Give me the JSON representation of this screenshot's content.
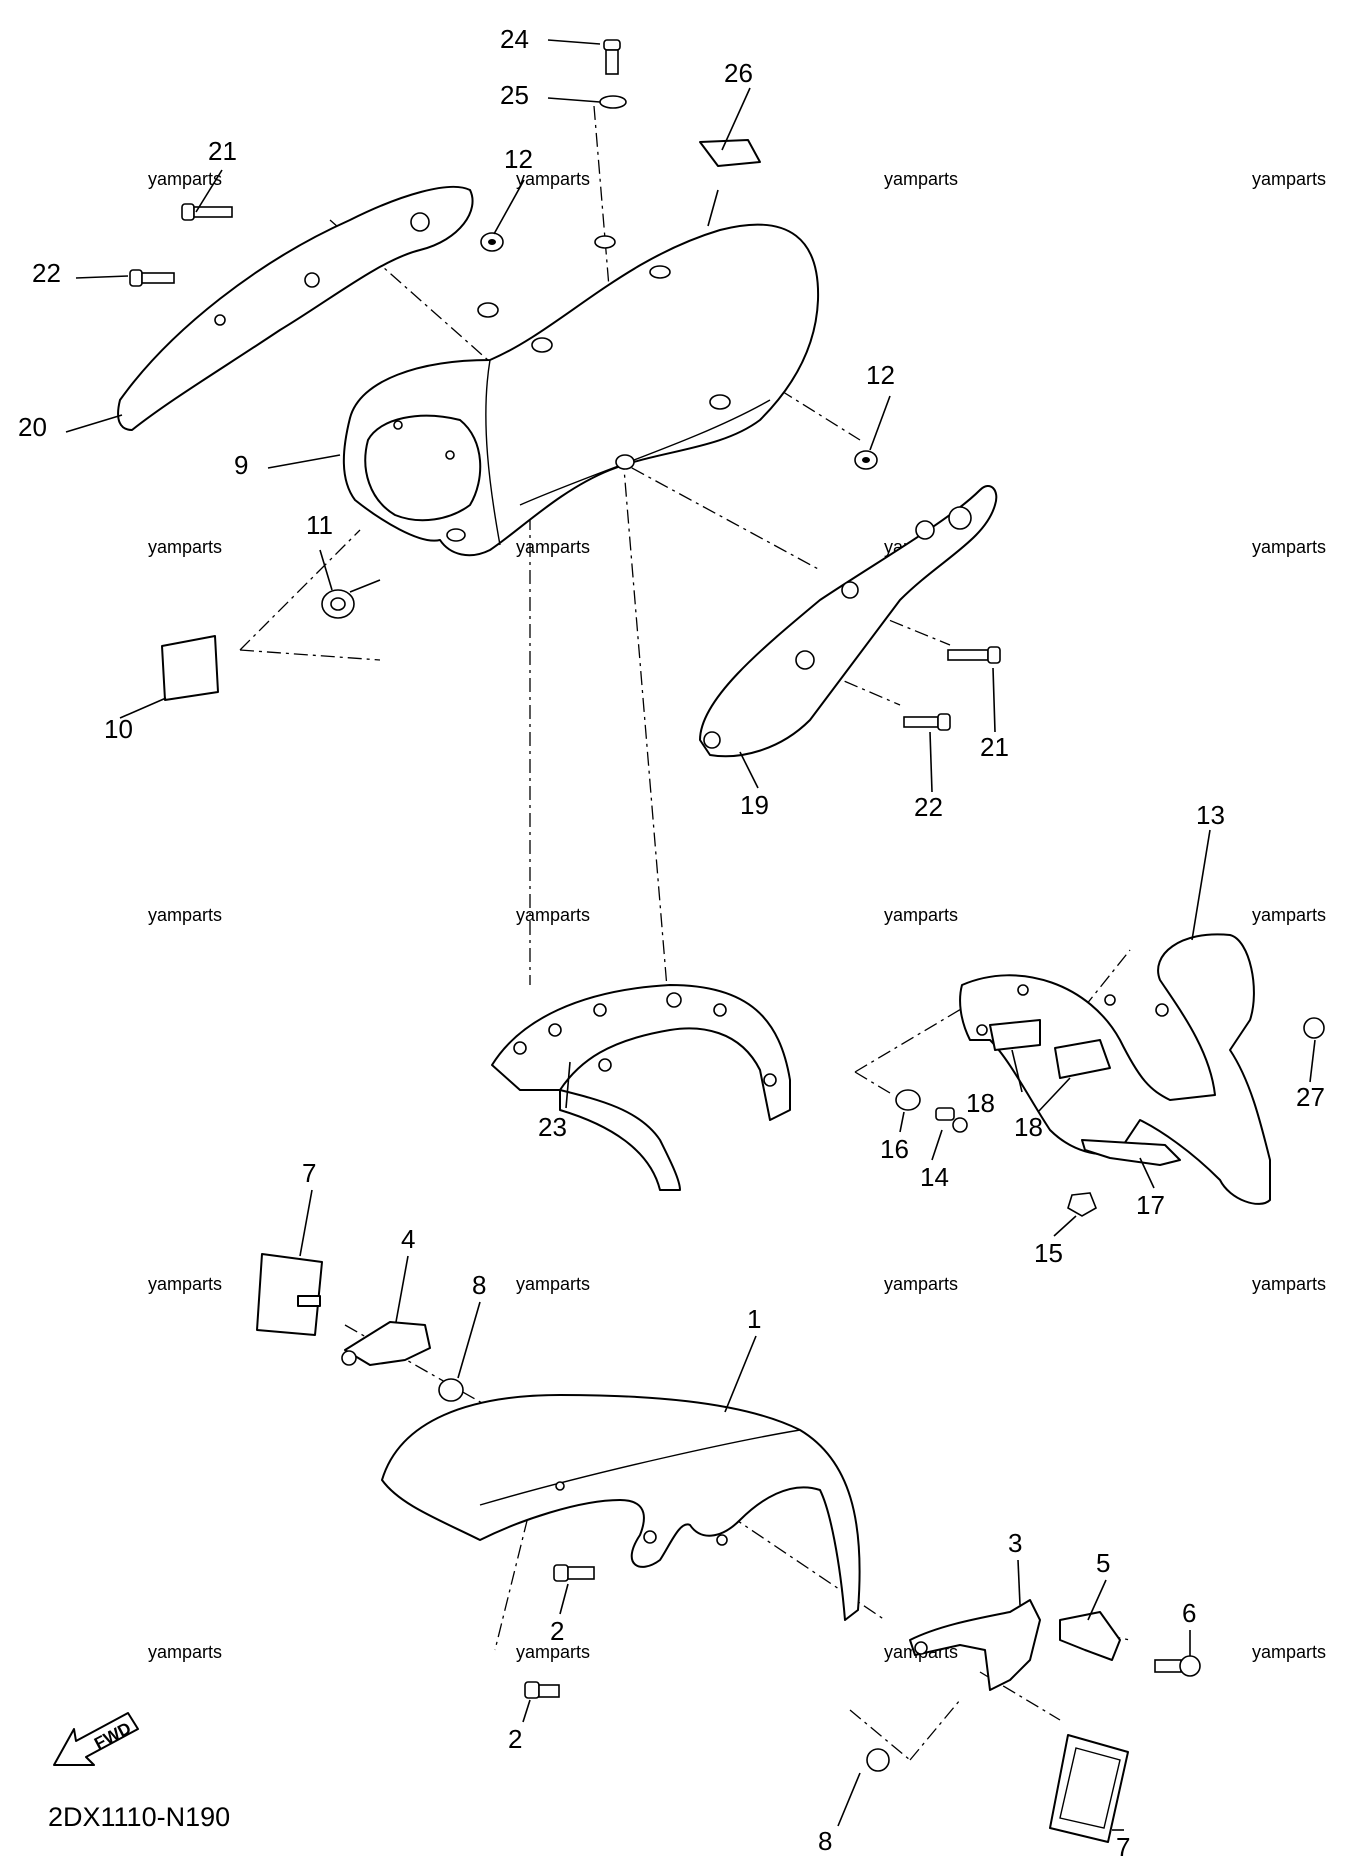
{
  "diagram_code": "2DX1110-N190",
  "fwd_label": "FWD",
  "watermark_text": "yamparts",
  "watermark_count": 20,
  "callouts": [
    "24",
    "25",
    "26",
    "21",
    "12",
    "22",
    "20",
    "9",
    "12",
    "11",
    "10",
    "19",
    "22",
    "21",
    "13",
    "23",
    "18",
    "18",
    "27",
    "16",
    "14",
    "17",
    "15",
    "7",
    "4",
    "8",
    "1",
    "3",
    "5",
    "6",
    "2",
    "2",
    "8",
    "7"
  ]
}
